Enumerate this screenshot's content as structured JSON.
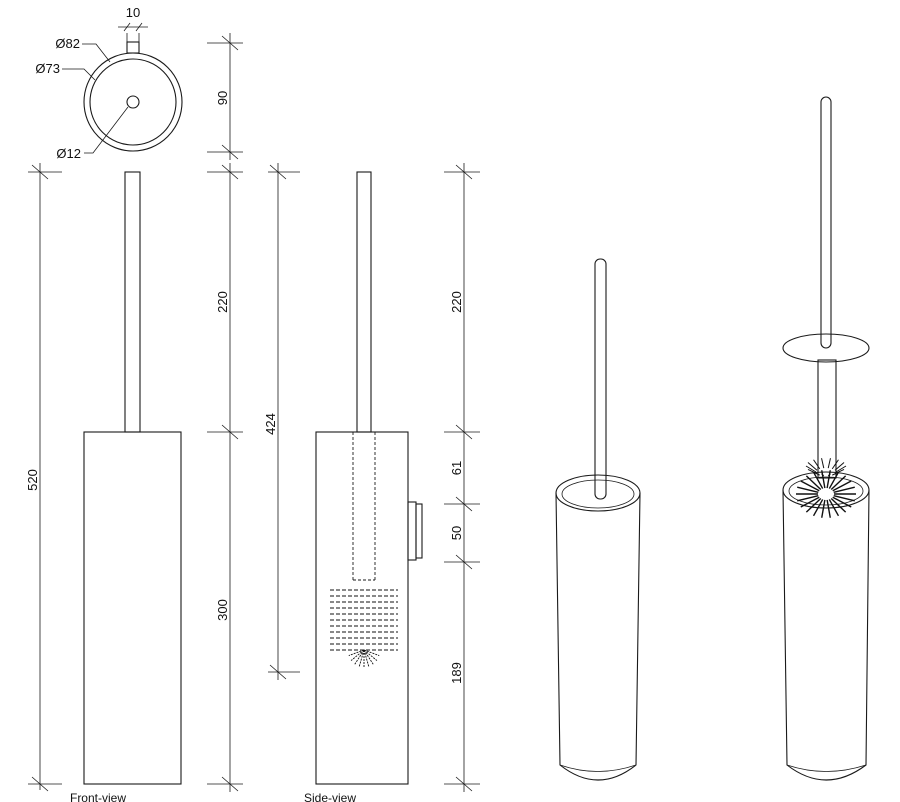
{
  "top_view": {
    "outer_diameter": "Ø82",
    "inner_diameter": "Ø73",
    "rod_diameter": "Ø12",
    "tab_width": "10",
    "depth": "90"
  },
  "front_view": {
    "caption": "Front-view",
    "overall_height": "520",
    "handle_length": "220",
    "body_height": "300"
  },
  "side_view": {
    "caption": "Side-view",
    "brush_length": "424",
    "handle_length": "220",
    "dim_a": "61",
    "dim_b": "50",
    "dim_c": "189"
  }
}
